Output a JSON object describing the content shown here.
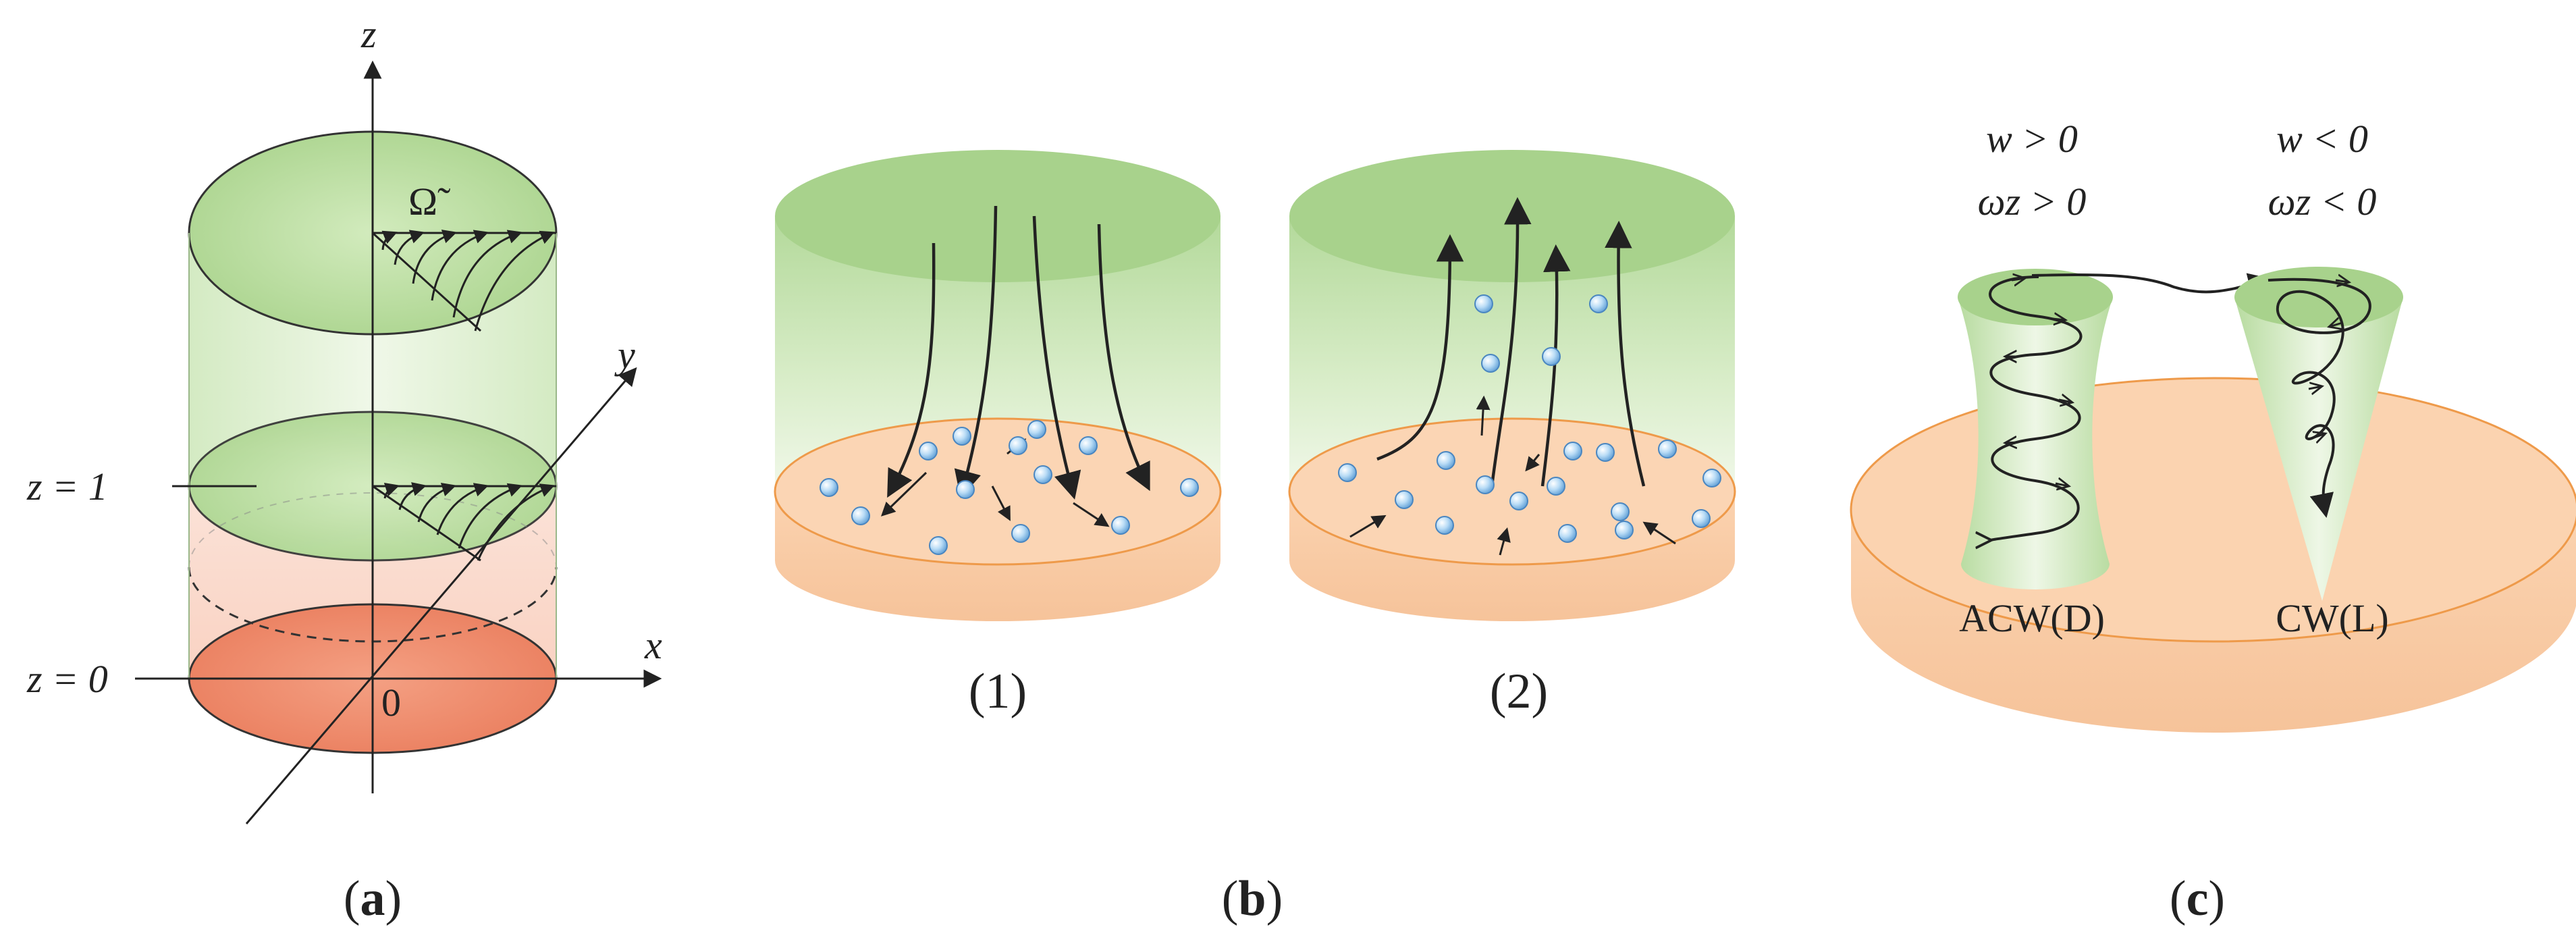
{
  "panel_a": {
    "caption_open": "(",
    "caption_letter": "a",
    "caption_close": ")",
    "axis_z": "z",
    "axis_y": "y",
    "axis_x": "x",
    "origin": "0",
    "z1_label": "z = 1",
    "z0_label": "z = 0",
    "omega": "Ω̃"
  },
  "panel_b": {
    "caption_open": "(",
    "caption_letter": "b",
    "caption_close": ")",
    "sub1": "(1)",
    "sub2": "(2)"
  },
  "panel_c": {
    "caption_open": "(",
    "caption_letter": "c",
    "caption_close": ")",
    "w_pos": "w > 0",
    "wz_pos": "ωz > 0",
    "w_neg": "w < 0",
    "wz_neg": "ωz < 0",
    "acw": "ACW(D)",
    "cw": "CW(L)"
  },
  "colors": {
    "green_light": "#e8f4dc",
    "green": "#b9dca0",
    "orange": "#f7c59a",
    "orange_edge": "#ee9a4a",
    "red": "#ef8a6c",
    "particle": "#9ec9ee",
    "ink": "#222222"
  }
}
